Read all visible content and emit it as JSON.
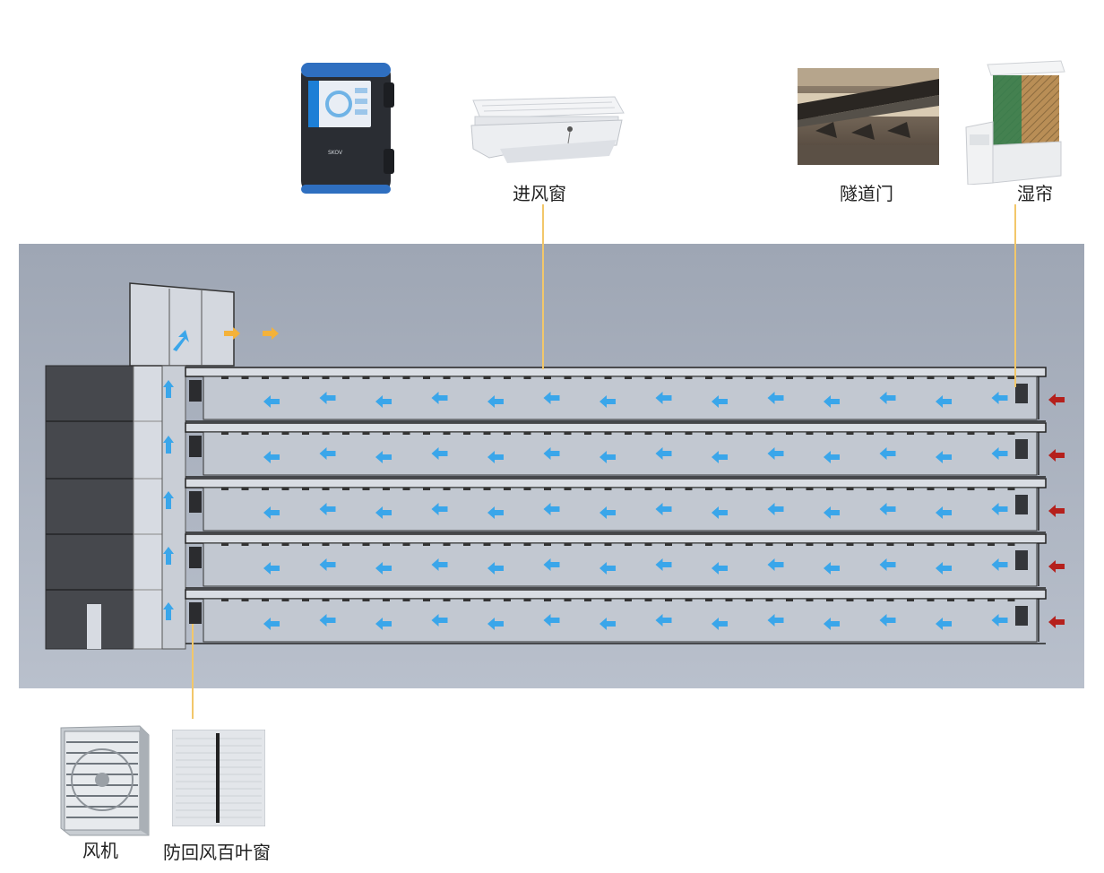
{
  "labels": {
    "inlet_window": "进风窗",
    "tunnel_door": "隧道门",
    "cooling_pad": "湿帘",
    "fan": "风机",
    "backdraft_shutter": "防回风百叶窗"
  },
  "controller": {
    "brand_text": "SKOV"
  },
  "colors": {
    "background_panel": "#a3abb9",
    "airflow_blue": "#3aa6ea",
    "exhaust_orange": "#f4b23a",
    "intake_red": "#b5201c",
    "callout_line": "#f2c76a"
  },
  "diagram": {
    "tiers": 5,
    "arrows_per_tier": 14,
    "airflow_direction": "right-to-left"
  }
}
